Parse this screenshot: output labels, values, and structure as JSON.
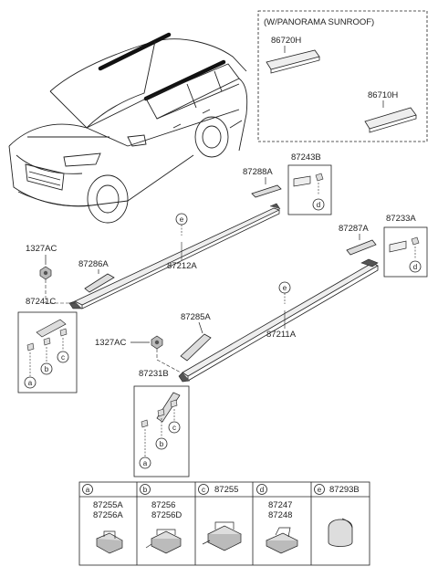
{
  "colors": {
    "line": "#222222",
    "fill_light": "#e6e6e6",
    "fill_dark": "#555555"
  },
  "panorama_box": {
    "title": "(W/PANORAMA SUNROOF)",
    "part_a": "86720H",
    "part_b": "86710H"
  },
  "parts": {
    "p87243b": "87243B",
    "p87288a": "87288A",
    "p87212a": "87212A",
    "p87286a": "87286A",
    "p1327ac_left": "1327AC",
    "p87241c": "87241C",
    "p87287a": "87287A",
    "p87233a": "87233A",
    "p87211a": "87211A",
    "p87285a": "87285A",
    "p1327ac_right": "1327AC",
    "p87231b": "87231B"
  },
  "callouts": {
    "e_top": "e",
    "e_mid": "e",
    "a1": "a",
    "b1": "b",
    "c1": "c",
    "a2": "a",
    "b2": "b",
    "c2": "c",
    "d1": "d",
    "d2": "d"
  },
  "legend": [
    {
      "letter": "a",
      "line1": "87255A",
      "line2": "87256A",
      "header_part": ""
    },
    {
      "letter": "b",
      "line1": "87256",
      "line2": "87256D",
      "header_part": ""
    },
    {
      "letter": "c",
      "line1": "",
      "line2": "",
      "header_part": "87255"
    },
    {
      "letter": "d",
      "line1": "87247",
      "line2": "87248",
      "header_part": ""
    },
    {
      "letter": "e",
      "line1": "",
      "line2": "",
      "header_part": "87293B"
    }
  ]
}
